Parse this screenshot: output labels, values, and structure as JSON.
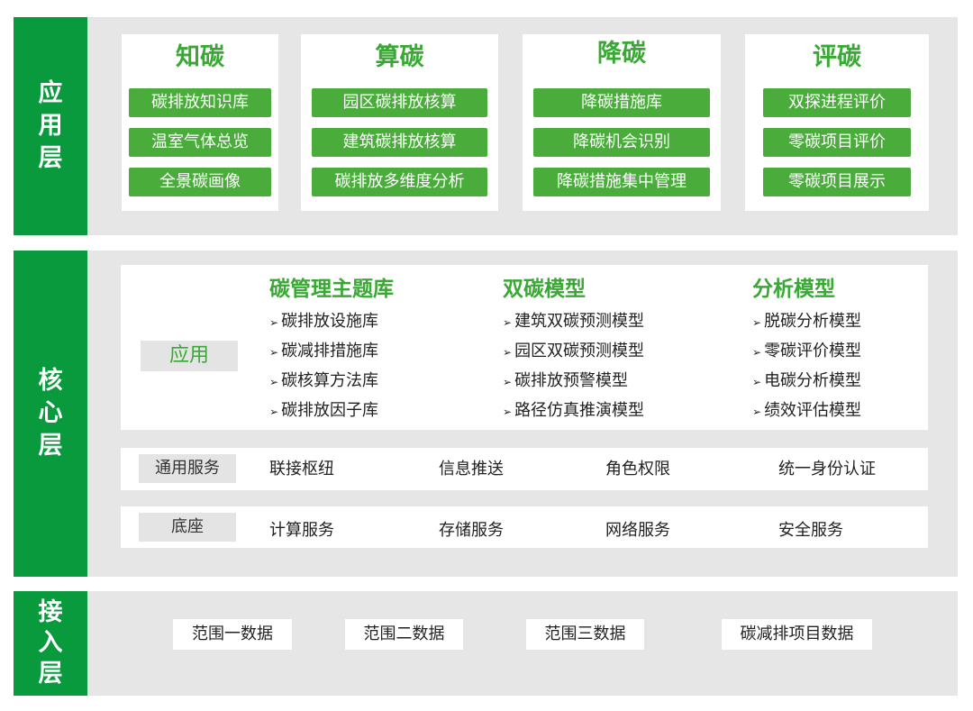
{
  "app_layer": {
    "label": "应用层",
    "cards": [
      {
        "title": "知碳",
        "items": [
          "碳排放知识库",
          "温室气体总览",
          "全景碳画像"
        ]
      },
      {
        "title": "算碳",
        "items": [
          "园区碳排放核算",
          "建筑碳排放核算",
          "碳排放多维度分析"
        ]
      },
      {
        "title": "降碳",
        "items": [
          "降碳措施库",
          "降碳机会识别",
          "降碳措施集中管理"
        ]
      },
      {
        "title": "评碳",
        "items": [
          "双探进程评价",
          "零碳项目评价",
          "零碳项目展示"
        ]
      }
    ]
  },
  "core_layer": {
    "label": "核心层",
    "app_tag": "应用",
    "columns": [
      {
        "title": "碳管理主题库",
        "items": [
          "碳排放设施库",
          "碳减排措施库",
          "碳核算方法库",
          "碳排放因子库"
        ]
      },
      {
        "title": "双碳模型",
        "items": [
          "建筑双碳预测模型",
          "园区双碳预测模型",
          "碳排放预警模型",
          "路径仿真推演模型"
        ]
      },
      {
        "title": "分析模型",
        "items": [
          "脱碳分析模型",
          "零碳评价模型",
          "电碳分析模型",
          "绩效评估模型"
        ]
      }
    ],
    "arrow_glyph": "➢",
    "common_service": {
      "tag": "通用服务",
      "items": [
        "联接枢纽",
        "信息推送",
        "角色权限",
        "统一身份认证"
      ]
    },
    "base": {
      "tag": "底座",
      "items": [
        "计算服务",
        "存储服务",
        "网络服务",
        "安全服务"
      ]
    }
  },
  "access_layer": {
    "label": "接入层",
    "items": [
      "范围一数据",
      "范围二数据",
      "范围三数据",
      "碳减排项目数据"
    ]
  },
  "colors": {
    "layer_green": "#0a9a3e",
    "pill_green": "#4aac3b",
    "title_green": "#3aa835",
    "panel_gray": "#e6e6e6"
  }
}
